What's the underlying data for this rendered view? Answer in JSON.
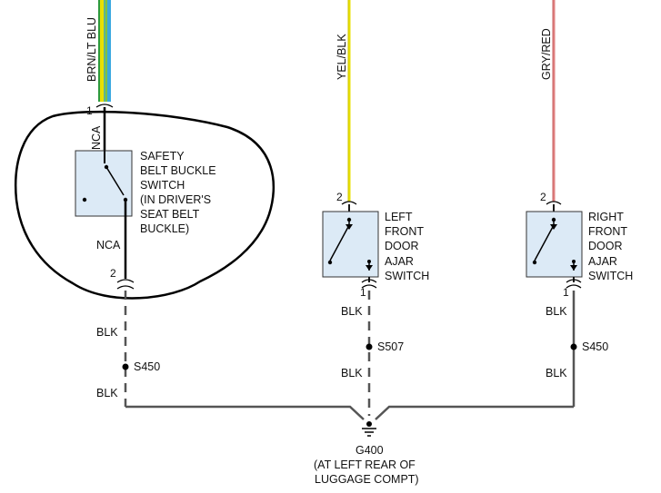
{
  "wires": {
    "brn_lt_blu": "BRN/LT BLU",
    "yel_blk": "YEL/BLK",
    "gry_red": "GRY/RED",
    "nca_top": "NCA",
    "nca_bottom": "NCA",
    "blk_left_1": "BLK",
    "blk_left_2": "BLK",
    "blk_mid_1": "BLK",
    "blk_mid_2": "BLK",
    "blk_right_1": "BLK",
    "blk_right_2": "BLK"
  },
  "pins": {
    "seat_top": "1",
    "seat_bottom": "2",
    "lf_top": "2",
    "lf_bottom": "1",
    "rf_top": "2",
    "rf_bottom": "1"
  },
  "components": {
    "seat_belt": {
      "lines": [
        "SAFETY",
        "BELT BUCKLE",
        "SWITCH",
        "(IN DRIVER'S",
        "SEAT BELT",
        "BUCKLE)"
      ]
    },
    "lf_door": {
      "lines": [
        "LEFT",
        "FRONT",
        "DOOR",
        "AJAR",
        "SWITCH"
      ]
    },
    "rf_door": {
      "lines": [
        "RIGHT",
        "FRONT",
        "DOOR",
        "AJAR",
        "SWITCH"
      ]
    }
  },
  "splices": {
    "left": "S450",
    "middle": "S507",
    "right": "S450"
  },
  "ground": {
    "id": "G400",
    "location_lines": [
      "(AT LEFT REAR OF",
      "LUGGAGE COMPT)"
    ]
  },
  "colors": {
    "wire_brn": "#1a1a1a",
    "wire_lt_blu": "#3aa8e0",
    "wire_yellow": "#e8e000",
    "wire_green": "#7dc243",
    "wire_red": "#e08080",
    "switch_fill": "#dceaf6",
    "blk_wire": "#555555"
  }
}
